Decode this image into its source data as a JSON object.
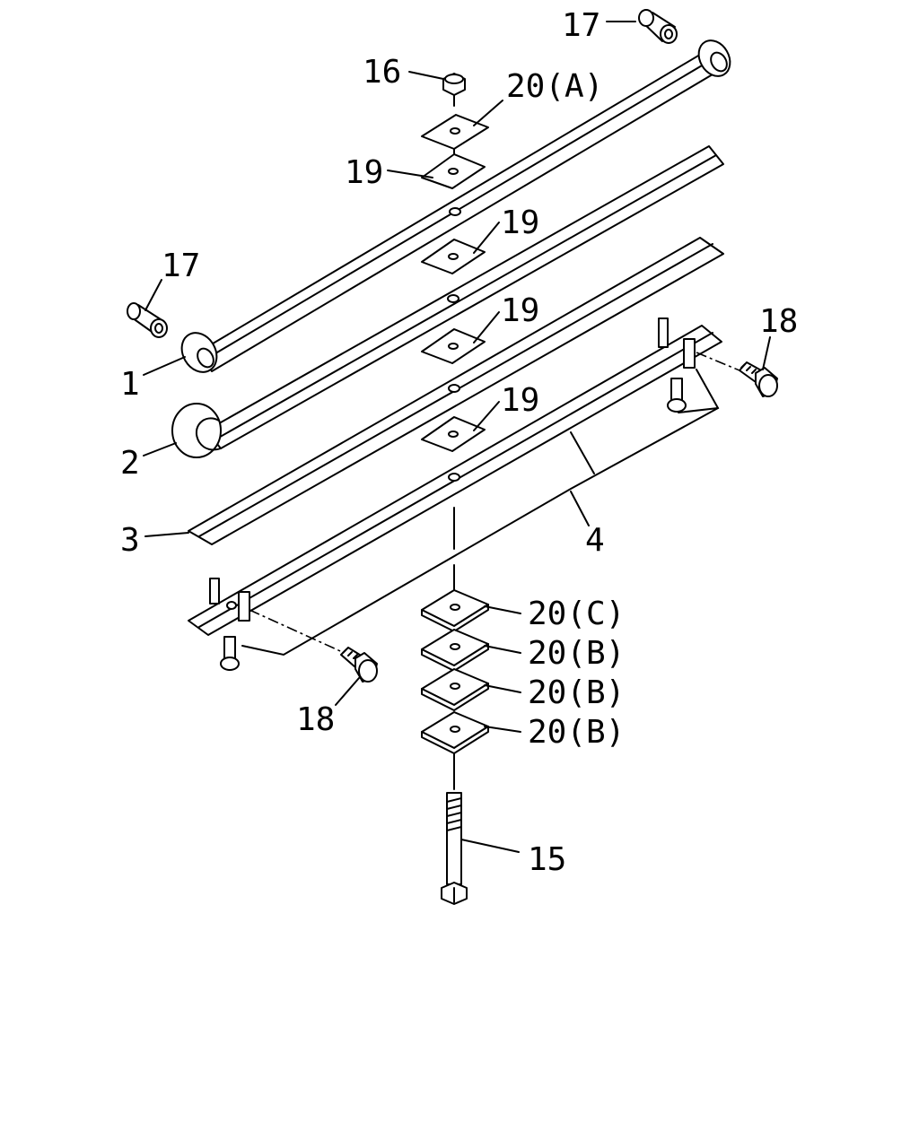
{
  "diagram": {
    "callouts": {
      "leaf_1": "1",
      "leaf_2": "2",
      "leaf_3": "3",
      "leaf_4": "4",
      "bolt_15": "15",
      "nut_16": "16",
      "bushing_17_top": "17",
      "bushing_17_left": "17",
      "bolt_18_right": "18",
      "bolt_18_left": "18",
      "spacer_19_a": "19",
      "spacer_19_b": "19",
      "spacer_19_c": "19",
      "spacer_19_d": "19",
      "plate_20_a": "20(A)",
      "plate_20_c": "20(C)",
      "plate_20_b1": "20(B)",
      "plate_20_b2": "20(B)",
      "plate_20_b3": "20(B)"
    }
  }
}
